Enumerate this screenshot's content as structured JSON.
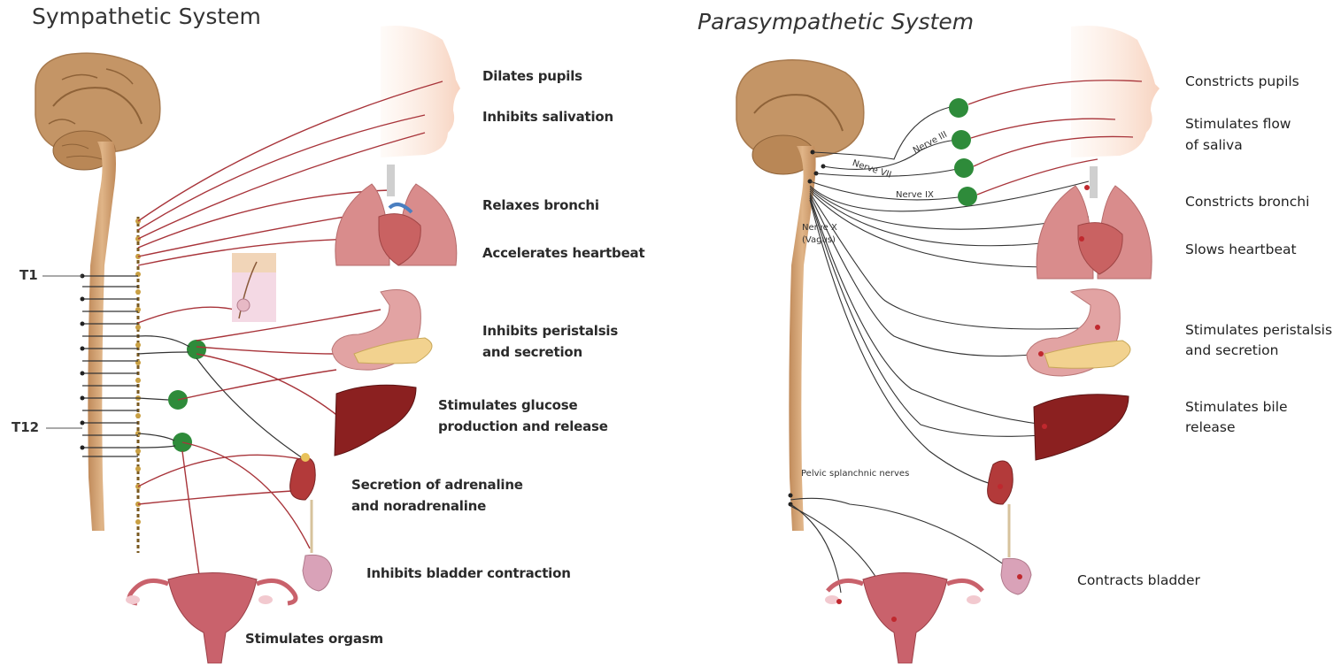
{
  "sympathetic": {
    "title": "Sympathetic System",
    "segments": {
      "t1": "T1",
      "t12": "T12"
    },
    "effects": {
      "pupils": "Dilates pupils",
      "salivation": "Inhibits salivation",
      "bronchi": "Relaxes bronchi",
      "heart": "Accelerates heartbeat",
      "peristalsis_1": "Inhibits peristalsis",
      "peristalsis_2": "and secretion",
      "glucose_1": "Stimulates glucose",
      "glucose_2": "production and release",
      "adrenal_1": "Secretion of adrenaline",
      "adrenal_2": "and noradrenaline",
      "bladder": "Inhibits bladder contraction",
      "orgasm": "Stimulates orgasm"
    }
  },
  "parasympathetic": {
    "title": "Parasympathetic System",
    "nerves": {
      "n3": "Nerve III",
      "n7": "Nerve VII",
      "n9": "Nerve IX",
      "vagus_1": "Nerve X",
      "vagus_2": "(Vagus)",
      "pelvic": "Pelvic splanchnic nerves"
    },
    "effects": {
      "pupils": "Constricts pupils",
      "saliva_1": "Stimulates flow",
      "saliva_2": "of saliva",
      "bronchi": "Constricts bronchi",
      "heart": "Slows heartbeat",
      "peristalsis_1": "Stimulates peristalsis",
      "peristalsis_2": "and secretion",
      "bile_1": "Stimulates bile",
      "bile_2": "release",
      "bladder": "Contracts bladder"
    }
  },
  "colors": {
    "nerve_tan": "#c9a073",
    "brain": "#c49566",
    "ganglion": "#2e8b3a",
    "nerve_red": "#a8343a",
    "organ_pink": "#d98c8c",
    "liver": "#8b2020"
  }
}
